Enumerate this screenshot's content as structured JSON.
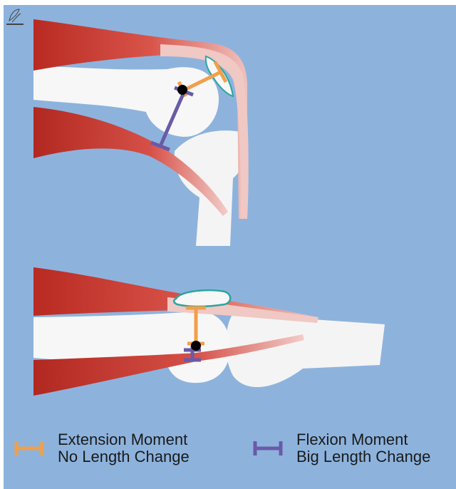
{
  "legend": {
    "extension": {
      "line1": "Extension Moment",
      "line2": "No Length Change",
      "color": "#f0a04a"
    },
    "flexion": {
      "line1": "Flexion Moment",
      "line2": "Big Length Change",
      "color": "#6a5aa8"
    }
  },
  "colors": {
    "background": "#8db3dd",
    "bone": "#f7f7f7",
    "muscle": "#c9362c",
    "tendon": "#f2c6c6",
    "sesamoid_outline": "#2aa6a0",
    "joint_center": "#000000"
  },
  "icons": [
    "logo-icon"
  ]
}
